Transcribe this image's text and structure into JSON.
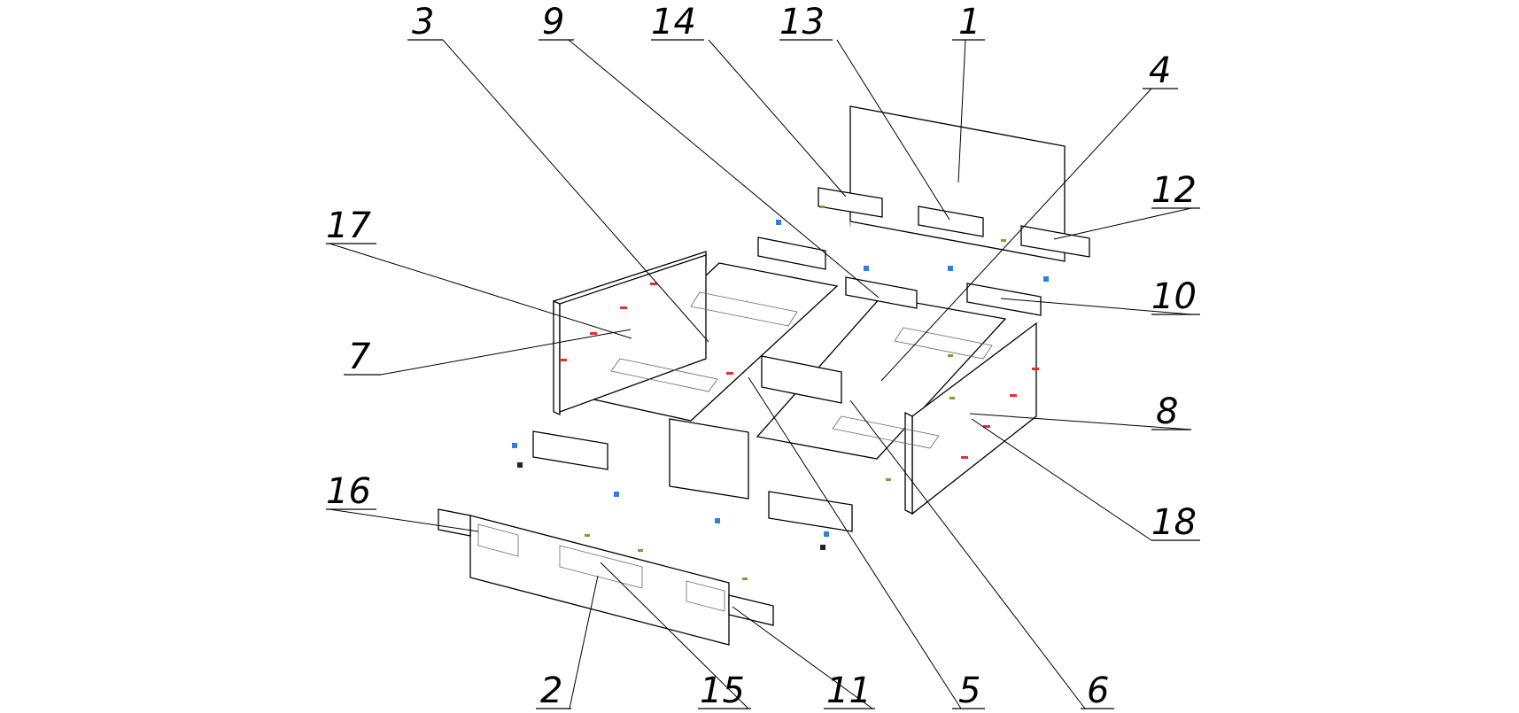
{
  "callouts": [
    {
      "label": "1"
    },
    {
      "label": "2"
    },
    {
      "label": "3"
    },
    {
      "label": "4"
    },
    {
      "label": "5"
    },
    {
      "label": "6"
    },
    {
      "label": "7"
    },
    {
      "label": "8"
    },
    {
      "label": "9"
    },
    {
      "label": "10"
    },
    {
      "label": "11"
    },
    {
      "label": "12"
    },
    {
      "label": "13"
    },
    {
      "label": "14"
    },
    {
      "label": "15"
    },
    {
      "label": "16"
    },
    {
      "label": "17"
    },
    {
      "label": "18"
    }
  ],
  "colors": {
    "line": "#000000",
    "fastener_red": "#e03030",
    "fastener_green": "#7fa030",
    "fastener_blue": "#2f7fe0",
    "fastener_black": "#222222"
  }
}
